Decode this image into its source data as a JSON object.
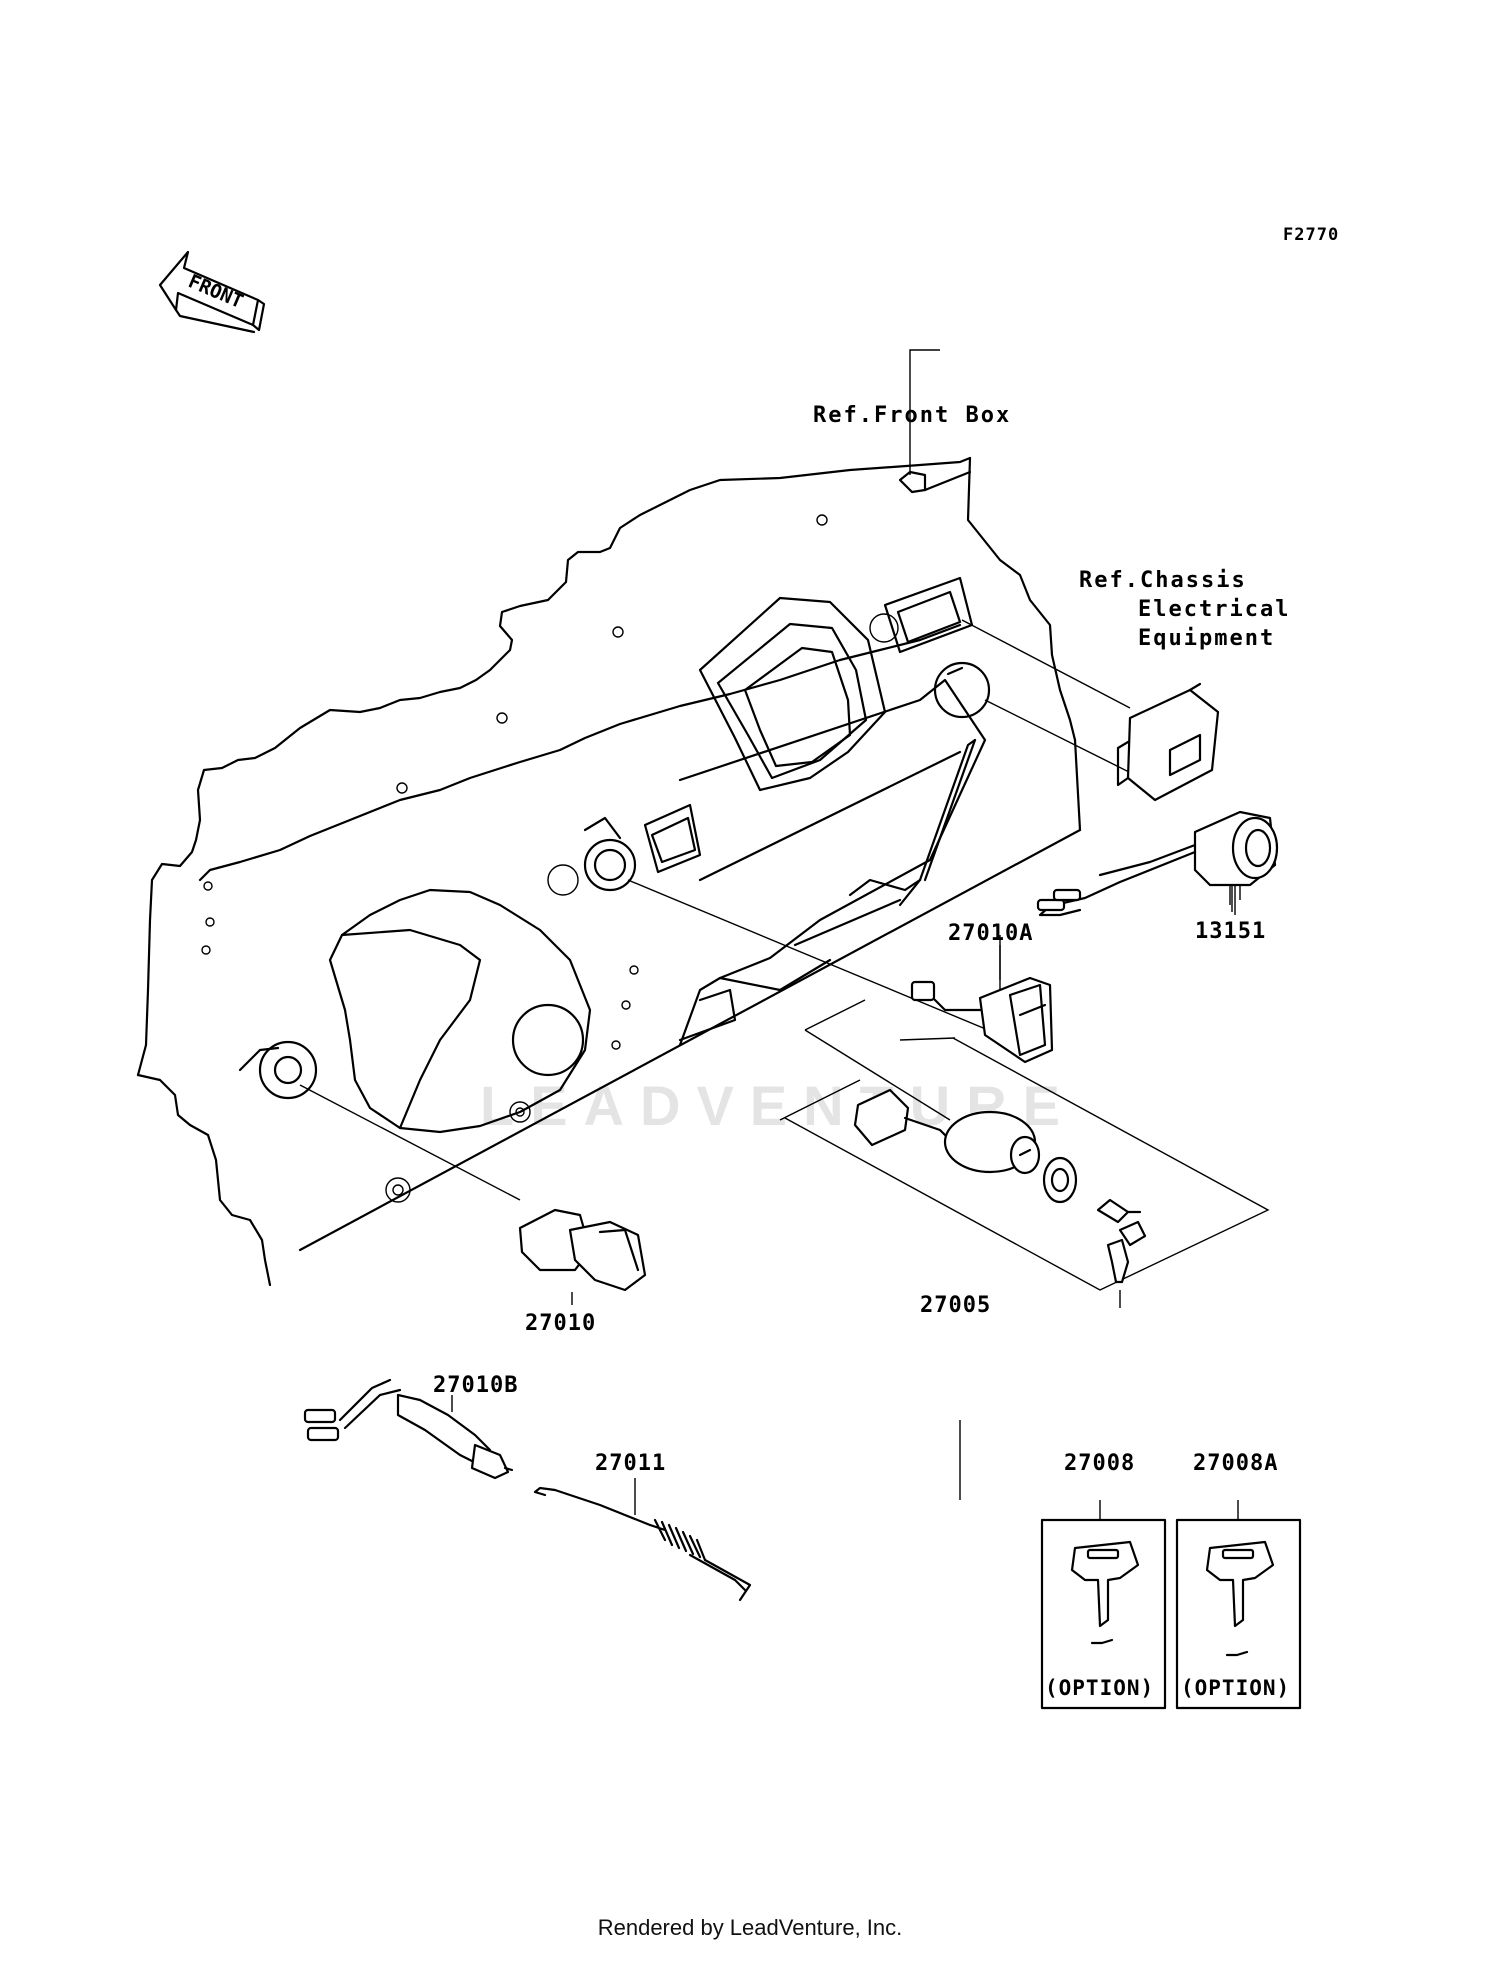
{
  "figure_code": "F2770",
  "front_label": "FRONT",
  "watermark": "LEADVENTURE",
  "refs": {
    "front_box": "Ref.Front Box",
    "chassis_line1": "Ref.Chassis",
    "chassis_line2": "Electrical",
    "chassis_line3": "Equipment"
  },
  "parts": {
    "p27010A": "27010A",
    "p13151": "13151",
    "p27005": "27005",
    "p27010": "27010",
    "p27010B": "27010B",
    "p27011": "27011",
    "p27008": "27008",
    "p27008A": "27008A"
  },
  "option_label": "(OPTION)",
  "footer": "Rendered by LeadVenture, Inc."
}
